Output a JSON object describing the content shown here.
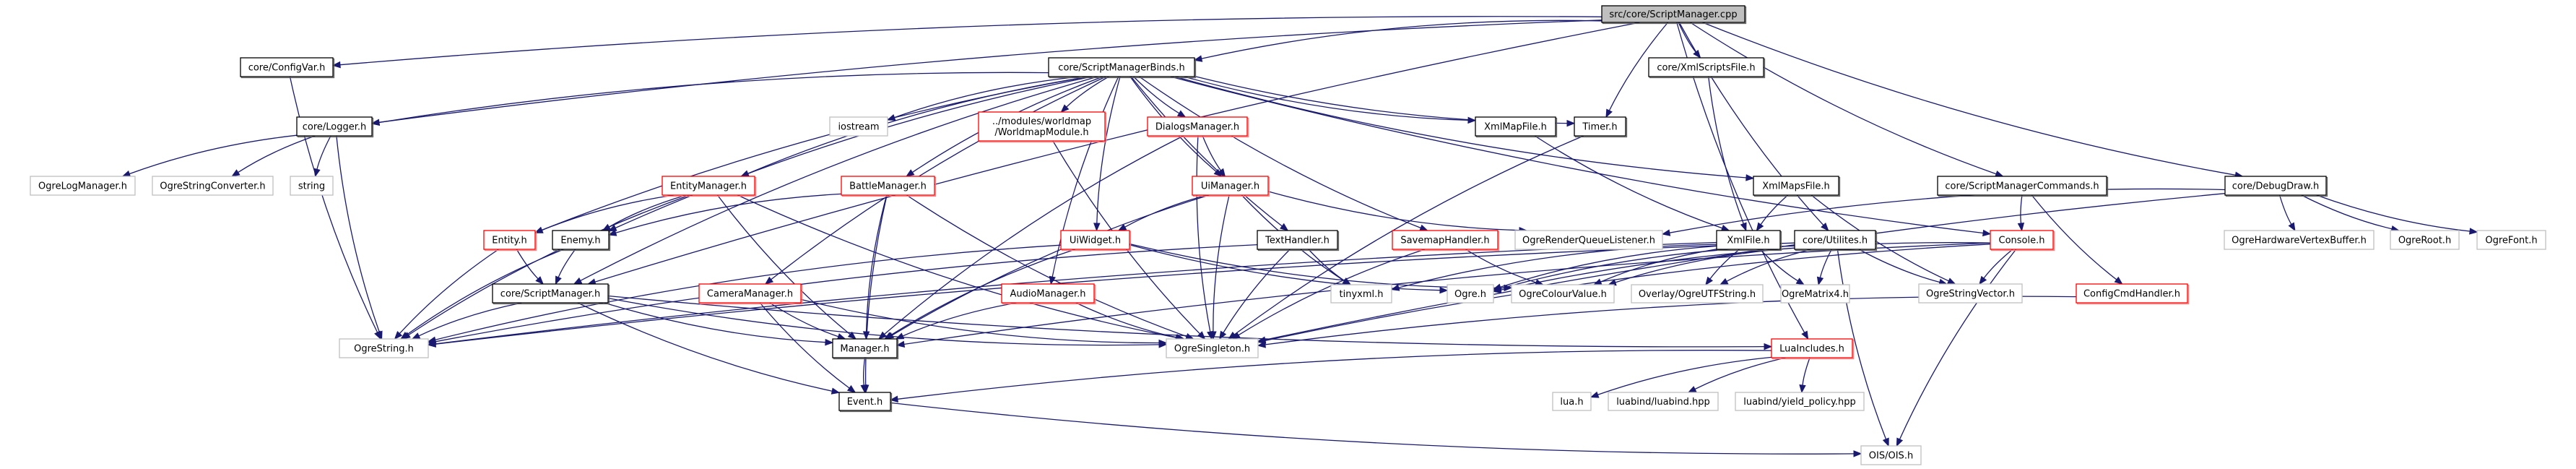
{
  "title": "src/core/ScriptManager.cpp include dependency graph",
  "colors": {
    "edge": "#191970",
    "root_fill": "#bfbfbf",
    "root_border": "#000000",
    "documented_border": "#000000",
    "truncated_border": "#ff0000",
    "external_border": "#bfbfbf",
    "node_fill": "#ffffff"
  },
  "nodes": [
    {
      "id": "root",
      "label": "src/core/ScriptManager.cpp",
      "kind": "root"
    },
    {
      "id": "configvar",
      "label": "core/ConfigVar.h",
      "kind": "documented"
    },
    {
      "id": "logger",
      "label": "core/Logger.h",
      "kind": "documented"
    },
    {
      "id": "ogrelogmanager",
      "label": "OgreLogManager.h",
      "kind": "external"
    },
    {
      "id": "ogrestringconverter",
      "label": "OgreStringConverter.h",
      "kind": "external"
    },
    {
      "id": "string",
      "label": "string",
      "kind": "external"
    },
    {
      "id": "binds",
      "label": "core/ScriptManagerBinds.h",
      "kind": "documented"
    },
    {
      "id": "iostream",
      "label": "iostream",
      "kind": "external"
    },
    {
      "id": "worldmap",
      "label": "../modules/worldmap\n/WorldmapModule.h",
      "kind": "truncated"
    },
    {
      "id": "dialogsmanager",
      "label": "DialogsManager.h",
      "kind": "truncated"
    },
    {
      "id": "xmlmapfile",
      "label": "XmlMapFile.h",
      "kind": "documented"
    },
    {
      "id": "timer",
      "label": "Timer.h",
      "kind": "documented"
    },
    {
      "id": "xmlscriptsfile",
      "label": "core/XmlScriptsFile.h",
      "kind": "documented"
    },
    {
      "id": "smcommands",
      "label": "core/ScriptManagerCommands.h",
      "kind": "documented"
    },
    {
      "id": "debugdraw",
      "label": "core/DebugDraw.h",
      "kind": "documented"
    },
    {
      "id": "xmlmapsfile",
      "label": "XmlMapsFile.h",
      "kind": "documented"
    },
    {
      "id": "entitymanager",
      "label": "EntityManager.h",
      "kind": "truncated"
    },
    {
      "id": "battlemanager",
      "label": "BattleManager.h",
      "kind": "truncated"
    },
    {
      "id": "uimanager",
      "label": "UiManager.h",
      "kind": "truncated"
    },
    {
      "id": "entity",
      "label": "Entity.h",
      "kind": "truncated"
    },
    {
      "id": "enemy",
      "label": "Enemy.h",
      "kind": "documented"
    },
    {
      "id": "uiwidget",
      "label": "UiWidget.h",
      "kind": "truncated"
    },
    {
      "id": "texthandler",
      "label": "TextHandler.h",
      "kind": "documented"
    },
    {
      "id": "savemaphandler",
      "label": "SavemapHandler.h",
      "kind": "truncated"
    },
    {
      "id": "ogrerenderqueue",
      "label": "OgreRenderQueueListener.h",
      "kind": "external"
    },
    {
      "id": "xmlfile",
      "label": "XmlFile.h",
      "kind": "documented"
    },
    {
      "id": "utilites",
      "label": "core/Utilites.h",
      "kind": "documented"
    },
    {
      "id": "console",
      "label": "Console.h",
      "kind": "truncated"
    },
    {
      "id": "ogrehwvb",
      "label": "OgreHardwareVertexBuffer.h",
      "kind": "external"
    },
    {
      "id": "ogreroot",
      "label": "OgreRoot.h",
      "kind": "external"
    },
    {
      "id": "ogrefont",
      "label": "OgreFont.h",
      "kind": "external"
    },
    {
      "id": "scriptmanagerh",
      "label": "core/ScriptManager.h",
      "kind": "documented"
    },
    {
      "id": "cameramanager",
      "label": "CameraManager.h",
      "kind": "truncated"
    },
    {
      "id": "audiomanager",
      "label": "AudioManager.h",
      "kind": "truncated"
    },
    {
      "id": "tinyxml",
      "label": "tinyxml.h",
      "kind": "external"
    },
    {
      "id": "ogreh",
      "label": "Ogre.h",
      "kind": "external"
    },
    {
      "id": "ogrecolour",
      "label": "OgreColourValue.h",
      "kind": "external"
    },
    {
      "id": "ogreutf",
      "label": "Overlay/OgreUTFString.h",
      "kind": "external"
    },
    {
      "id": "ogrematrix4",
      "label": "OgreMatrix4.h",
      "kind": "external"
    },
    {
      "id": "ogrestringvector",
      "label": "OgreStringVector.h",
      "kind": "external"
    },
    {
      "id": "configcmdhandler",
      "label": "ConfigCmdHandler.h",
      "kind": "truncated"
    },
    {
      "id": "ogrestring",
      "label": "OgreString.h",
      "kind": "external"
    },
    {
      "id": "manager",
      "label": "Manager.h",
      "kind": "documented"
    },
    {
      "id": "ogresingleton",
      "label": "OgreSingleton.h",
      "kind": "external"
    },
    {
      "id": "luaincludes",
      "label": "LuaIncludes.h",
      "kind": "truncated"
    },
    {
      "id": "event",
      "label": "Event.h",
      "kind": "documented"
    },
    {
      "id": "lua",
      "label": "lua.h",
      "kind": "external"
    },
    {
      "id": "luabind",
      "label": "luabind/luabind.hpp",
      "kind": "external"
    },
    {
      "id": "yieldpolicy",
      "label": "luabind/yield_policy.hpp",
      "kind": "external"
    },
    {
      "id": "ois",
      "label": "OIS/OIS.h",
      "kind": "external"
    }
  ],
  "edges": [
    [
      "root",
      "configvar"
    ],
    [
      "root",
      "logger"
    ],
    [
      "root",
      "binds"
    ],
    [
      "root",
      "scriptmanagerh"
    ],
    [
      "root",
      "xmlscriptsfile"
    ],
    [
      "root",
      "timer"
    ],
    [
      "root",
      "utilites"
    ],
    [
      "root",
      "smcommands"
    ],
    [
      "root",
      "debugdraw"
    ],
    [
      "root",
      "luaincludes"
    ],
    [
      "configvar",
      "ogrestring"
    ],
    [
      "logger",
      "ogrelogmanager"
    ],
    [
      "logger",
      "ogrestringconverter"
    ],
    [
      "logger",
      "string"
    ],
    [
      "logger",
      "ogrestring"
    ],
    [
      "binds",
      "logger"
    ],
    [
      "binds",
      "iostream"
    ],
    [
      "binds",
      "worldmap"
    ],
    [
      "binds",
      "dialogsmanager"
    ],
    [
      "binds",
      "xmlmapfile"
    ],
    [
      "binds",
      "timer"
    ],
    [
      "binds",
      "xmlmapsfile"
    ],
    [
      "binds",
      "console"
    ],
    [
      "binds",
      "entitymanager"
    ],
    [
      "binds",
      "battlemanager"
    ],
    [
      "binds",
      "uimanager"
    ],
    [
      "binds",
      "entity"
    ],
    [
      "binds",
      "enemy"
    ],
    [
      "binds",
      "uiwidget"
    ],
    [
      "binds",
      "texthandler"
    ],
    [
      "binds",
      "savemaphandler"
    ],
    [
      "binds",
      "cameramanager"
    ],
    [
      "binds",
      "audiomanager"
    ],
    [
      "binds",
      "scriptmanagerh"
    ],
    [
      "xmlscriptsfile",
      "xmlfile"
    ],
    [
      "smcommands",
      "console"
    ],
    [
      "smcommands",
      "configcmdhandler"
    ],
    [
      "debugdraw",
      "ogrerenderqueue"
    ],
    [
      "debugdraw",
      "ogrehwvb"
    ],
    [
      "debugdraw",
      "ogreroot"
    ],
    [
      "debugdraw",
      "ogrefont"
    ],
    [
      "debugdraw",
      "ogresingleton"
    ],
    [
      "xmlmapfile",
      "xmlfile"
    ],
    [
      "timer",
      "ogresingleton"
    ],
    [
      "xmlmapsfile",
      "xmlfile"
    ],
    [
      "xmlmapsfile",
      "ogrestringvector"
    ],
    [
      "worldmap",
      "ogresingleton"
    ],
    [
      "dialogsmanager",
      "uimanager"
    ],
    [
      "dialogsmanager",
      "manager"
    ],
    [
      "dialogsmanager",
      "ogresingleton"
    ],
    [
      "entitymanager",
      "entity"
    ],
    [
      "entitymanager",
      "enemy"
    ],
    [
      "entitymanager",
      "manager"
    ],
    [
      "entitymanager",
      "ogresingleton"
    ],
    [
      "entitymanager",
      "ogrestring"
    ],
    [
      "battlemanager",
      "enemy"
    ],
    [
      "battlemanager",
      "manager"
    ],
    [
      "battlemanager",
      "ogresingleton"
    ],
    [
      "battlemanager",
      "event"
    ],
    [
      "uimanager",
      "uiwidget"
    ],
    [
      "uimanager",
      "ogrerenderqueue"
    ],
    [
      "uimanager",
      "manager"
    ],
    [
      "uimanager",
      "ogresingleton"
    ],
    [
      "uimanager",
      "tinyxml"
    ],
    [
      "entity",
      "scriptmanagerh"
    ],
    [
      "entity",
      "ogrestring"
    ],
    [
      "enemy",
      "scriptmanagerh"
    ],
    [
      "enemy",
      "ogrestring"
    ],
    [
      "uiwidget",
      "ogreh"
    ],
    [
      "uiwidget",
      "ogrecolour"
    ],
    [
      "uiwidget",
      "ogrestring"
    ],
    [
      "uiwidget",
      "manager"
    ],
    [
      "texthandler",
      "tinyxml"
    ],
    [
      "texthandler",
      "ogresingleton"
    ],
    [
      "texthandler",
      "ogrestring"
    ],
    [
      "savemaphandler",
      "ogresingleton"
    ],
    [
      "savemaphandler",
      "ogrecolour"
    ],
    [
      "xmlfile",
      "tinyxml"
    ],
    [
      "xmlfile",
      "ogreh"
    ],
    [
      "xmlfile",
      "ogrecolour"
    ],
    [
      "xmlfile",
      "ogreutf"
    ],
    [
      "xmlfile",
      "ogrematrix4"
    ],
    [
      "xmlfile",
      "ogrestring"
    ],
    [
      "utilites",
      "ogreh"
    ],
    [
      "utilites",
      "ogrecolour"
    ],
    [
      "utilites",
      "ogreutf"
    ],
    [
      "utilites",
      "ogrematrix4"
    ],
    [
      "utilites",
      "ogrestringvector"
    ],
    [
      "utilites",
      "ois"
    ],
    [
      "utilites",
      "ogrestring"
    ],
    [
      "console",
      "ogrestringvector"
    ],
    [
      "console",
      "ogresingleton"
    ],
    [
      "console",
      "ogreh"
    ],
    [
      "console",
      "manager"
    ],
    [
      "console",
      "ois"
    ],
    [
      "configcmdhandler",
      "ogresingleton"
    ],
    [
      "scriptmanagerh",
      "ogrestring"
    ],
    [
      "scriptmanagerh",
      "manager"
    ],
    [
      "scriptmanagerh",
      "event"
    ],
    [
      "scriptmanagerh",
      "ogresingleton"
    ],
    [
      "scriptmanagerh",
      "luaincludes"
    ],
    [
      "cameramanager",
      "manager"
    ],
    [
      "cameramanager",
      "event"
    ],
    [
      "cameramanager",
      "ogresingleton"
    ],
    [
      "audiomanager",
      "manager"
    ],
    [
      "audiomanager",
      "ogresingleton"
    ],
    [
      "manager",
      "event"
    ],
    [
      "luaincludes",
      "lua"
    ],
    [
      "luaincludes",
      "luabind"
    ],
    [
      "luaincludes",
      "yieldpolicy"
    ],
    [
      "luaincludes",
      "event"
    ],
    [
      "event",
      "ois"
    ]
  ]
}
